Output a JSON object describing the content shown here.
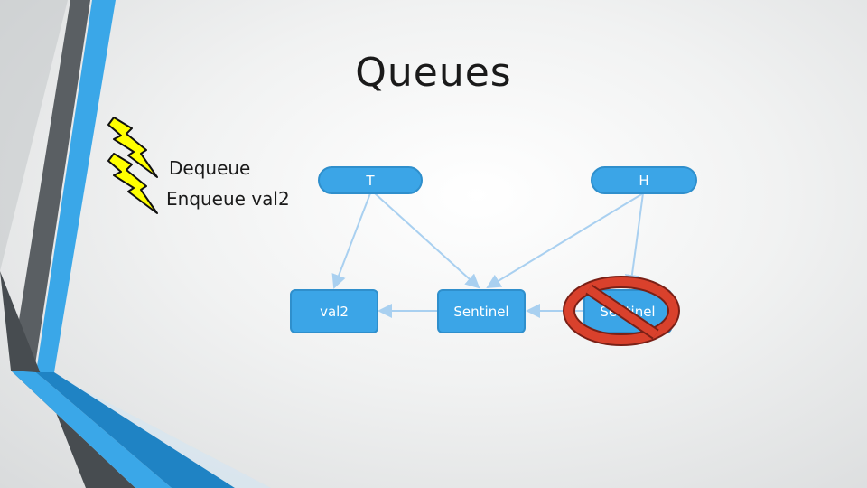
{
  "slide": {
    "title": "Queues",
    "bullets": [
      "Dequeue",
      "Enqueue val2"
    ]
  },
  "diagram": {
    "pointers": {
      "tail": "T",
      "head": "H"
    },
    "nodes": {
      "first": "val2",
      "second": "Sentinel",
      "removed": "Sentinel"
    },
    "removed_marker": "no-sign-icon"
  },
  "colors": {
    "node_fill": "#3ba5e7",
    "arrow": "#a9d0f0",
    "no_sign": "#d9412c",
    "bolt": "#ffff00"
  }
}
